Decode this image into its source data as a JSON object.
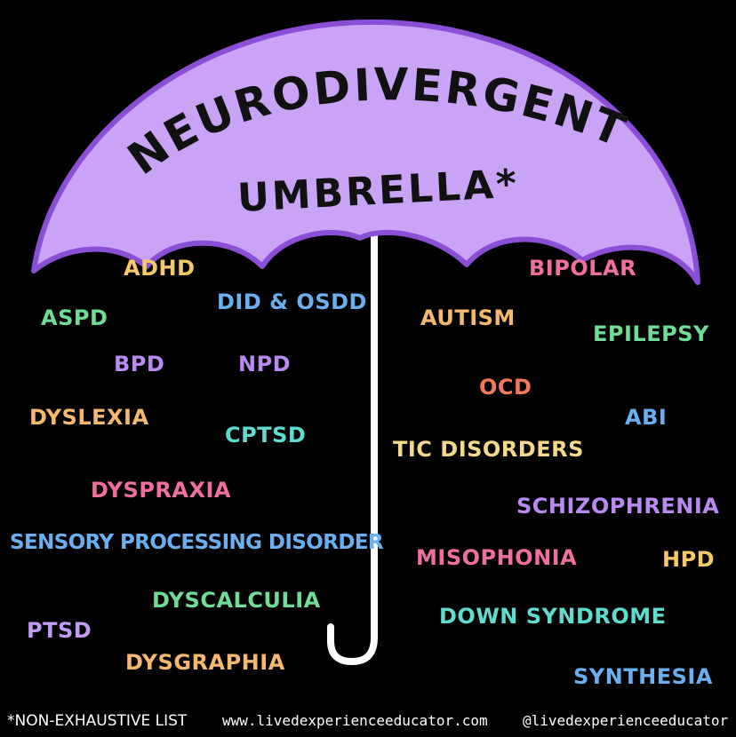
{
  "title_line1": "NEURODIVERGENT",
  "title_line2": "UMBRELLA*",
  "colors": {
    "background": "#000000",
    "canopy": "#c9a3f5",
    "canopy_outline": "#8a4fd6",
    "handle": "#ffffff",
    "title": "#111111"
  },
  "terms": [
    {
      "id": "adhd",
      "label": "ADHD",
      "color": "#f5c86a"
    },
    {
      "id": "did-osdd",
      "label": "DID & OSDD",
      "color": "#6ab0f0"
    },
    {
      "id": "aspd",
      "label": "ASPD",
      "color": "#6fdc97"
    },
    {
      "id": "bpd",
      "label": "BPD",
      "color": "#b98af2"
    },
    {
      "id": "npd",
      "label": "NPD",
      "color": "#b98af2"
    },
    {
      "id": "dyslexia",
      "label": "DYSLEXIA",
      "color": "#f5b870"
    },
    {
      "id": "cptsd",
      "label": "CPTSD",
      "color": "#5fdcd0"
    },
    {
      "id": "dyspraxia",
      "label": "DYSPRAXIA",
      "color": "#f06fa0"
    },
    {
      "id": "spd",
      "label": "SENSORY PROCESSING DISORDER",
      "color": "#6ab0f0"
    },
    {
      "id": "dyscalculia",
      "label": "DYSCALCULIA",
      "color": "#6fdc97"
    },
    {
      "id": "ptsd",
      "label": "PTSD",
      "color": "#c19af2"
    },
    {
      "id": "dysgraphia",
      "label": "DYSGRAPHIA",
      "color": "#f5b870"
    },
    {
      "id": "bipolar",
      "label": "BIPOLAR",
      "color": "#f06fa0"
    },
    {
      "id": "autism",
      "label": "AUTISM",
      "color": "#f5b870"
    },
    {
      "id": "epilepsy",
      "label": "EPILEPSY",
      "color": "#6fdc97"
    },
    {
      "id": "ocd",
      "label": "OCD",
      "color": "#f27a5a"
    },
    {
      "id": "abi",
      "label": "ABI",
      "color": "#6ab0f0"
    },
    {
      "id": "tic-disorders",
      "label": "TIC DISORDERS",
      "color": "#f5d98a"
    },
    {
      "id": "schizophrenia",
      "label": "SCHIZOPHRENIA",
      "color": "#b98af2"
    },
    {
      "id": "misophonia",
      "label": "MISOPHONIA",
      "color": "#f06fa0"
    },
    {
      "id": "hpd",
      "label": "HPD",
      "color": "#f5c86a"
    },
    {
      "id": "down-syndrome",
      "label": "DOWN SYNDROME",
      "color": "#5fdcd0"
    },
    {
      "id": "synthesia",
      "label": "SYNTHESIA",
      "color": "#6ab0f0"
    }
  ],
  "footer": {
    "note": "*NON-EXHAUSTIVE LIST",
    "website": "www.livedexperienceeducator.com",
    "handle": "@livedexperienceeducator"
  }
}
